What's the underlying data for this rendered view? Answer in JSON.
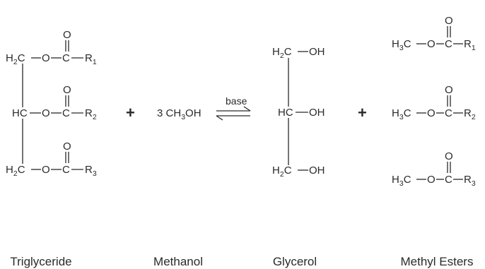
{
  "triglyceride": {
    "rows": [
      {
        "c_main": "H",
        "c_sub": "2",
        "c_tail": "C",
        "o": "O",
        "c": "C",
        "o_dbl": "O",
        "r_main": "R",
        "r_sub": "1"
      },
      {
        "c_main": "HC",
        "c_sub": "",
        "c_tail": "",
        "o": "O",
        "c": "C",
        "o_dbl": "O",
        "r_main": "R",
        "r_sub": "2"
      },
      {
        "c_main": "H",
        "c_sub": "2",
        "c_tail": "C",
        "o": "O",
        "c": "C",
        "o_dbl": "O",
        "r_main": "R",
        "r_sub": "3"
      }
    ],
    "caption": "Triglyceride"
  },
  "plus_sign": "+",
  "methanol": {
    "coefficient": "3 CH",
    "sub": "3",
    "tail": "OH",
    "caption": "Methanol"
  },
  "arrow": {
    "label": "base"
  },
  "glycerol": {
    "rows": [
      {
        "c_main": "H",
        "c_sub": "2",
        "c_tail": "C",
        "oh": "OH"
      },
      {
        "c_main": "HC",
        "c_sub": "",
        "c_tail": "",
        "oh": "OH"
      },
      {
        "c_main": "H",
        "c_sub": "2",
        "c_tail": "C",
        "oh": "OH"
      }
    ],
    "caption": "Glycerol"
  },
  "methyl_esters": {
    "rows": [
      {
        "h_main": "H",
        "h_sub": "3",
        "h_tail": "C",
        "o": "O",
        "c": "C",
        "o_dbl": "O",
        "r_main": "R",
        "r_sub": "1"
      },
      {
        "h_main": "H",
        "h_sub": "3",
        "h_tail": "C",
        "o": "O",
        "c": "C",
        "o_dbl": "O",
        "r_main": "R",
        "r_sub": "2"
      },
      {
        "h_main": "H",
        "h_sub": "3",
        "h_tail": "C",
        "o": "O",
        "c": "C",
        "o_dbl": "O",
        "r_main": "R",
        "r_sub": "3"
      }
    ],
    "caption": "Methyl Esters"
  }
}
